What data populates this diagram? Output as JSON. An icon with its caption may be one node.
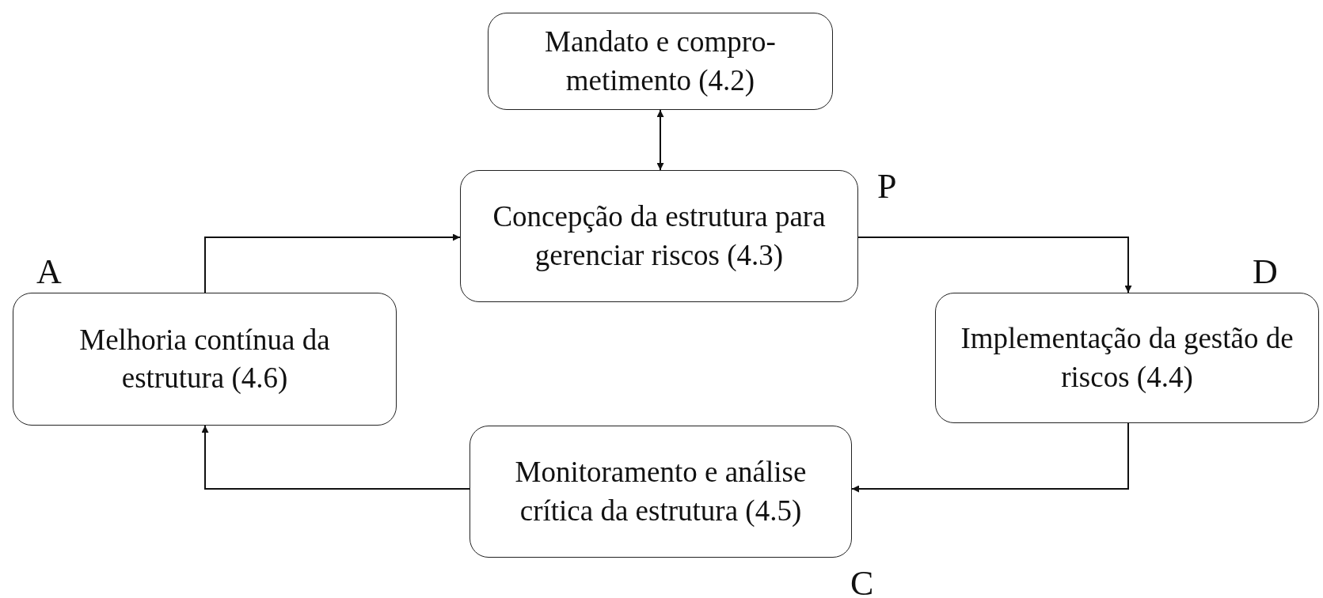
{
  "diagram": {
    "nodes": [
      {
        "text": [
          "Mandato e compro- metimento (4.2)"
        ]
      },
      {
        "text": [
          "Concepção da estrutura para gerenciar riscos (4.3)"
        ]
      },
      {
        "text": [
          "Melhoria contínua da estrutura (4.6)"
        ]
      },
      {
        "text": [
          "Implementação da gestão de riscos (4.4)"
        ]
      },
      {
        "text": [
          "Monitoramento e análise crítica da estrutura (4.5)"
        ]
      }
    ],
    "edges": [
      {
        "from": 0,
        "to": 1,
        "arrow": "both"
      },
      {
        "from": 2,
        "to": 1,
        "arrow": "to"
      },
      {
        "from": 1,
        "to": 3,
        "arrow": "to"
      },
      {
        "from": 3,
        "to": 4,
        "arrow": "to"
      },
      {
        "from": 4,
        "to": 2,
        "arrow": "to"
      }
    ],
    "labels": [
      "P",
      "A",
      "D",
      "C"
    ]
  }
}
